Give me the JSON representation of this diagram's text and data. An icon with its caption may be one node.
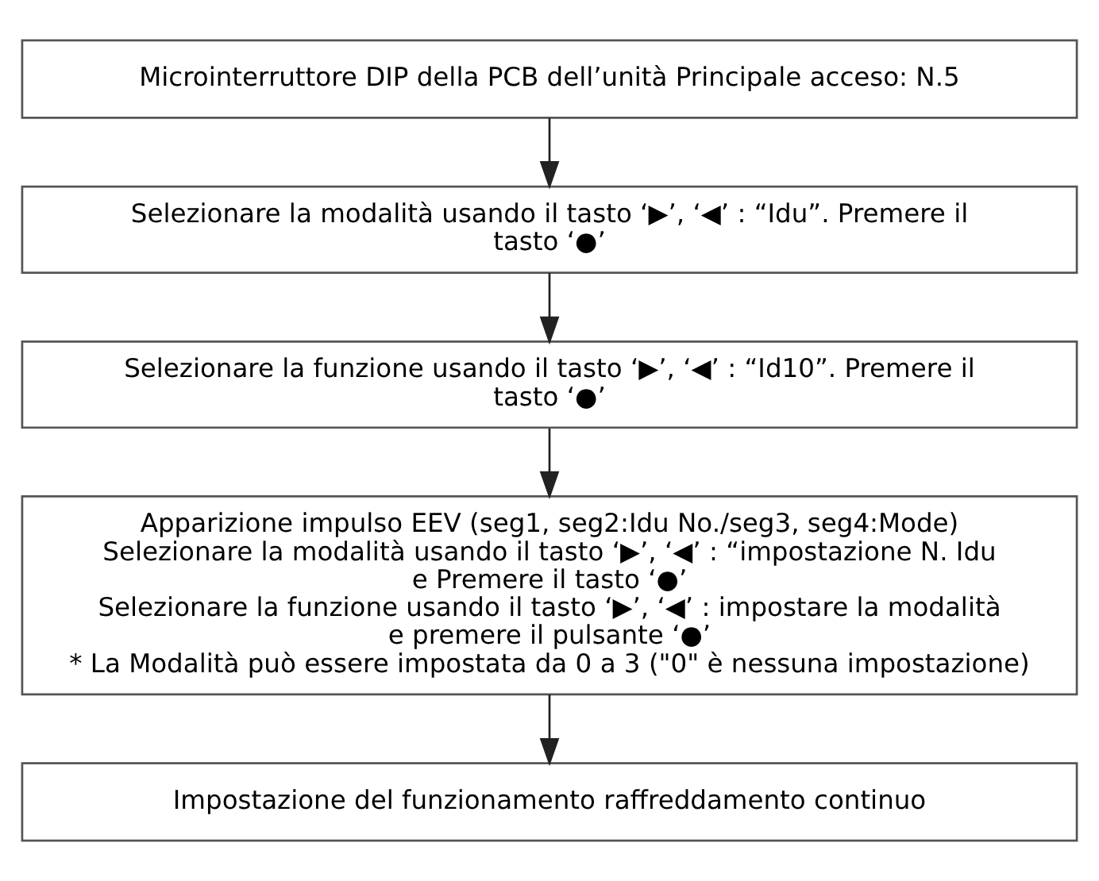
{
  "diagram": {
    "nodes": [
      {
        "text": [
          "Microinterruttore DIP della PCB dell’unità Principale acceso: N.5"
        ]
      },
      {
        "text": [
          "Selezionare la modalità usando il tasto ‘▶’, ‘◀’ : “Idu”. Premere il tasto ‘●’"
        ]
      },
      {
        "text": [
          "Selezionare la funzione usando il tasto ‘▶’, ‘◀’ : “Id10”. Premere il tasto ‘●’"
        ]
      },
      {
        "text": [
          "Apparizione impulso EEV (seg1, seg2:Idu No./seg3, seg4:Mode)",
          "Selezionare la modalità usando il tasto ‘▶’, ‘◀’ : “impostazione N. Idu e Premere il tasto ‘●’",
          "Selezionare la funzione usando il tasto ‘▶’, ‘◀’ : impostare la modalità e premere il pulsante ‘●’",
          "* La Modalità può essere impostata da 0 a 3 (\"0\" è nessuna impostazione)"
        ]
      },
      {
        "text": [
          "Impostazione del funzionamento raffreddamento continuo"
        ]
      }
    ],
    "edges": [
      {
        "from": 0,
        "to": 1,
        "arrow": "to"
      },
      {
        "from": 1,
        "to": 2,
        "arrow": "to"
      },
      {
        "from": 2,
        "to": 3,
        "arrow": "to"
      },
      {
        "from": 3,
        "to": 4,
        "arrow": "to"
      }
    ]
  }
}
